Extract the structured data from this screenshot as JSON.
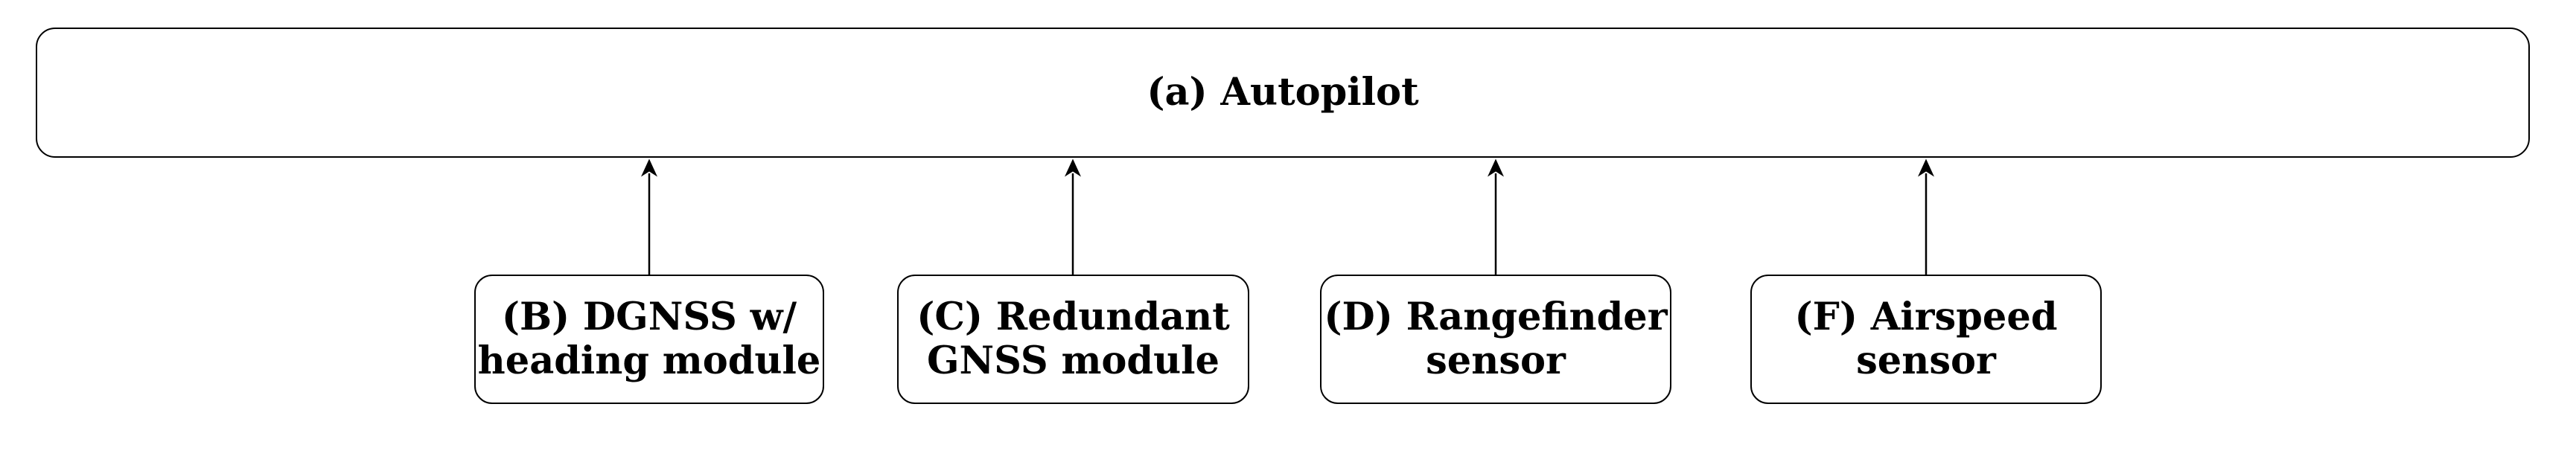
{
  "page": {
    "background_color": "#ffffff",
    "stroke_color": "#000000",
    "text_color": "#000000"
  },
  "diagram": {
    "root": {
      "id": "a",
      "label": "(a) Autopilot"
    },
    "children": [
      {
        "id": "B",
        "line1": "(B) DGNSS w/",
        "line2": "heading module"
      },
      {
        "id": "C",
        "line1": "(C) Redundant",
        "line2": "GNSS module"
      },
      {
        "id": "D",
        "line1": "(D) Rangefinder",
        "line2": "sensor"
      },
      {
        "id": "F",
        "line1": "(F) Airspeed",
        "line2": "sensor"
      }
    ],
    "edges": [
      {
        "from": "B",
        "to": "a",
        "style": "arrow-up"
      },
      {
        "from": "C",
        "to": "a",
        "style": "arrow-up"
      },
      {
        "from": "D",
        "to": "a",
        "style": "arrow-up"
      },
      {
        "from": "F",
        "to": "a",
        "style": "arrow-up"
      }
    ]
  }
}
